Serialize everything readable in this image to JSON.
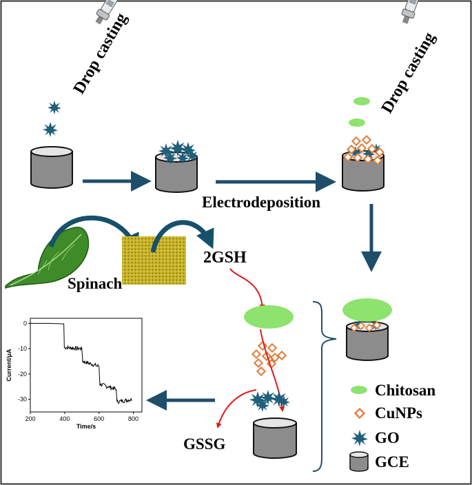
{
  "labels": {
    "drop_casting_1": "Drop casting",
    "drop_casting_2": "Drop casting",
    "electrodeposition": "Electrodeposition",
    "spinach": "Spinach",
    "gsh": "2GSH",
    "gssg": "GSSG"
  },
  "legend": {
    "chitosan": "Chitosan",
    "cunps": "CuNPs",
    "go": "GO",
    "gce": "GCE"
  },
  "colors": {
    "chitosan": "#8ee36f",
    "cunps": "#e07b39",
    "go": "#1f5f7a",
    "gce": "#8c8c8c",
    "arrow": "#1f4e6b",
    "leaf_arrow": "#16506b",
    "red": "#e01818",
    "bracket": "#1f4e6b",
    "border": "#333333"
  },
  "chart_data": {
    "type": "line",
    "xlabel": "Time/s",
    "ylabel": "Current/μA",
    "xlim": [
      200,
      850
    ],
    "ylim": [
      -35,
      2
    ],
    "xticks": [
      "200",
      "400",
      "600",
      "800"
    ],
    "yticks": [
      "0",
      "-10",
      "-20",
      "-30"
    ],
    "series": [
      {
        "values": [
          [
            200,
            0
          ],
          [
            300,
            0
          ],
          [
            395,
            -0.2
          ],
          [
            398,
            -9.5
          ],
          [
            500,
            -10
          ],
          [
            505,
            -15
          ],
          [
            600,
            -17
          ],
          [
            605,
            -24
          ],
          [
            700,
            -26
          ],
          [
            705,
            -31
          ],
          [
            790,
            -30
          ]
        ]
      }
    ]
  }
}
